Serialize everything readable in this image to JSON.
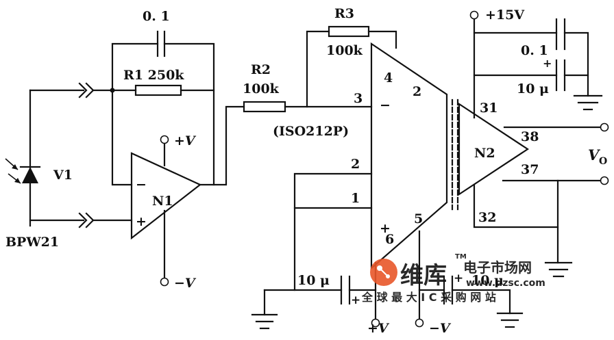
{
  "labels": {
    "c1": "0. 1",
    "r1": "R1  250k",
    "r2_name": "R2",
    "r2_val": "100k",
    "r3_name": "R3",
    "r3_val": "100k",
    "ic_part": "(ISO212P)",
    "v1": "V1",
    "bpw21": "BPW21",
    "n1": "N1",
    "n2": "N2",
    "plus_v_n1": "+V",
    "minus_v_n1": "−V",
    "plus15": "+15V",
    "c_top": "0. 1",
    "c_mid": "10 μ",
    "cap_left": "10 μ",
    "cap_right": "10 μ",
    "plus_v_bot": "+V",
    "minus_v_bot": "−V",
    "vo": "V",
    "vo_sub": "O",
    "minus_sign": "−",
    "plus_sign": "+"
  },
  "pins": {
    "p1": "1",
    "p2": "2",
    "p3": "3",
    "p4": "4",
    "p5": "5",
    "p6": "6",
    "p2b": "2",
    "p31": "31",
    "p32": "32",
    "p37": "37",
    "p38": "38"
  },
  "watermark": {
    "brand": "维库",
    "tm": "TM",
    "cn_title": "电子市场网",
    "url": "www.dzsc.com",
    "slogan": "全 球 最 大 I C 采 购 网 站",
    "color": "#e8572a"
  }
}
